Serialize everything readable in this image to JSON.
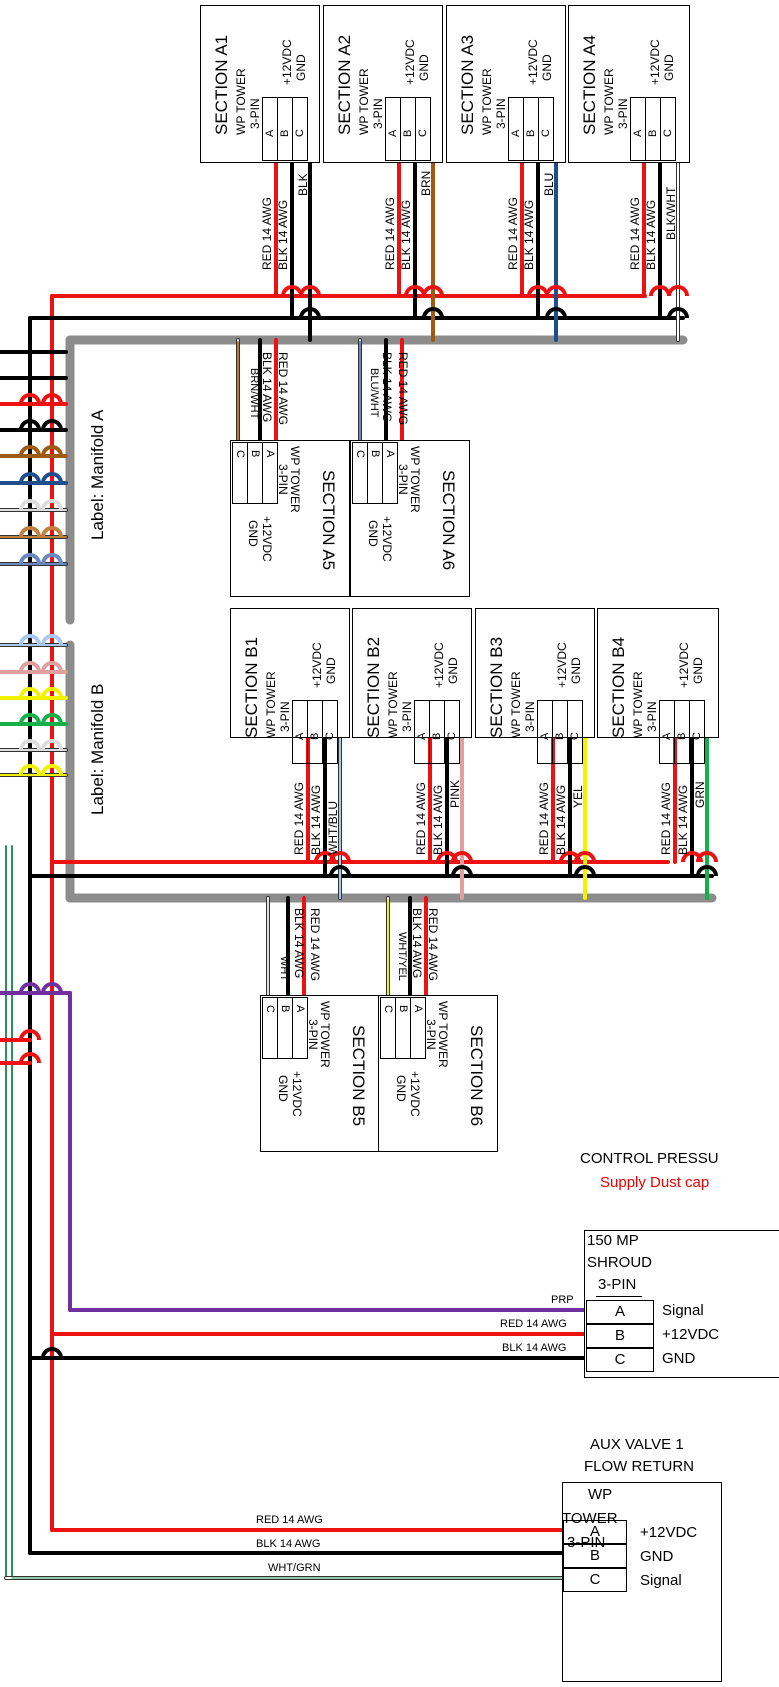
{
  "colors": {
    "red": "#ee1111",
    "black": "#000000",
    "gray": "#8c8c8c",
    "brown": "#9c5a12",
    "blue": "#1f4e8c",
    "pink": "#e0a0a0",
    "yellow": "#f2f200",
    "green": "#15b04a",
    "purple": "#7030a0",
    "white": "#ffffff",
    "icon_green": "#2e9b3a"
  },
  "sections_a_top": [
    {
      "title": "SECTION A1",
      "conn": "WP TOWER",
      "pins_label": "3-PIN",
      "v12": "+12VDC",
      "gnd": "GND",
      "pins": [
        "A",
        "B",
        "C"
      ],
      "w1": "RED 14 AWG",
      "w2": "BLK 14 AWG",
      "w3": "BLK"
    },
    {
      "title": "SECTION A2",
      "conn": "WP TOWER",
      "pins_label": "3-PIN",
      "v12": "+12VDC",
      "gnd": "GND",
      "pins": [
        "A",
        "B",
        "C"
      ],
      "w1": "RED 14 AWG",
      "w2": "BLK 14 AWG",
      "w3": "BRN"
    },
    {
      "title": "SECTION A3",
      "conn": "WP TOWER",
      "pins_label": "3-PIN",
      "v12": "+12VDC",
      "gnd": "GND",
      "pins": [
        "A",
        "B",
        "C"
      ],
      "w1": "RED 14 AWG",
      "w2": "BLK 14 AWG",
      "w3": "BLU"
    },
    {
      "title": "SECTION A4",
      "conn": "WP TOWER",
      "pins_label": "3-PIN",
      "v12": "+12VDC",
      "gnd": "GND",
      "pins": [
        "A",
        "B",
        "C"
      ],
      "w1": "RED 14 AWG",
      "w2": "BLK 14 AWG",
      "w3": "BLK/WHT"
    }
  ],
  "sections_a_bottom": [
    {
      "title": "SECTION A5",
      "conn": "WP TOWER",
      "pins_label": "3-PIN",
      "v12": "+12VDC",
      "gnd": "GND",
      "pins": [
        "A",
        "B",
        "C"
      ],
      "w1": "RED 14 AWG",
      "w2": "BLK 14 AWG",
      "w3": "BRN/WHT"
    },
    {
      "title": "SECTION A6",
      "conn": "WP TOWER",
      "pins_label": "3-PIN",
      "v12": "+12VDC",
      "gnd": "GND",
      "pins": [
        "A",
        "B",
        "C"
      ],
      "w1": "RED 14 AWG",
      "w2": "BLK 14 AWG",
      "w3": "BLU/WHT"
    }
  ],
  "sections_b_top": [
    {
      "title": "SECTION B1",
      "conn": "WP TOWER",
      "pins_label": "3-PIN",
      "v12": "+12VDC",
      "gnd": "GND",
      "pins": [
        "A",
        "B",
        "C"
      ],
      "w1": "RED 14 AWG",
      "w2": "BLK 14 AWG",
      "w3": "WHT/BLU"
    },
    {
      "title": "SECTION B2",
      "conn": "WP TOWER",
      "pins_label": "3-PIN",
      "v12": "+12VDC",
      "gnd": "GND",
      "pins": [
        "A",
        "B",
        "C"
      ],
      "w1": "RED 14 AWG",
      "w2": "BLK 14 AWG",
      "w3": "PINK"
    },
    {
      "title": "SECTION B3",
      "conn": "WP TOWER",
      "pins_label": "3-PIN",
      "v12": "+12VDC",
      "gnd": "GND",
      "pins": [
        "A",
        "B",
        "C"
      ],
      "w1": "RED 14 AWG",
      "w2": "BLK 14 AWG",
      "w3": "YEL"
    },
    {
      "title": "SECTION B4",
      "conn": "WP TOWER",
      "pins_label": "3-PIN",
      "v12": "+12VDC",
      "gnd": "GND",
      "pins": [
        "A",
        "B",
        "C"
      ],
      "w1": "RED 14 AWG",
      "w2": "BLK 14 AWG",
      "w3": "GRN"
    }
  ],
  "sections_b_bottom": [
    {
      "title": "SECTION B5",
      "conn": "WP TOWER",
      "pins_label": "3-PIN",
      "v12": "+12VDC",
      "gnd": "GND",
      "pins": [
        "A",
        "B",
        "C"
      ],
      "w1": "RED 14 AWG",
      "w2": "BLK 14 AWG",
      "w3": "WHT"
    },
    {
      "title": "SECTION B6",
      "conn": "WP TOWER",
      "pins_label": "3-PIN",
      "v12": "+12VDC",
      "gnd": "GND",
      "pins": [
        "A",
        "B",
        "C"
      ],
      "w1": "RED 14 AWG",
      "w2": "BLK 14 AWG",
      "w3": "WHT/YEL"
    }
  ],
  "labels": {
    "manifold_a": "Label: Manifold A",
    "manifold_b": "Label: Manifold B"
  },
  "pressure": {
    "title": "CONTROL PRESSU",
    "note": "Supply Dust cap",
    "conn": [
      "150 MP",
      "SHROUD",
      "3-PIN"
    ],
    "pins": [
      "A",
      "B",
      "C"
    ],
    "funcs": [
      "Signal",
      "+12VDC",
      "GND"
    ],
    "wires": [
      "PRP",
      "RED 14 AWG",
      "BLK 14 AWG"
    ]
  },
  "aux": {
    "title1": "AUX VALVE 1",
    "title2": "FLOW RETURN",
    "conn": [
      "WP",
      "TOWER",
      "3-PIN"
    ],
    "pins": [
      "A",
      "B",
      "C"
    ],
    "funcs": [
      "+12VDC",
      "GND",
      "Signal"
    ],
    "wires": [
      "RED 14 AWG",
      "BLK 14 AWG",
      "WHT/GRN"
    ]
  }
}
